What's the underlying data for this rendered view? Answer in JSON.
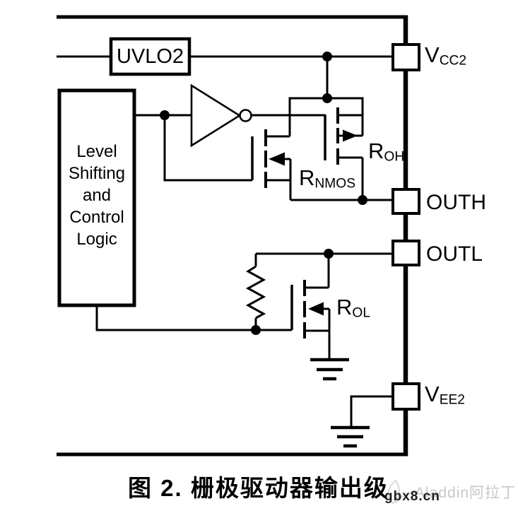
{
  "blocks": {
    "uvlo": "UVLO2",
    "level": "Level\nShifting\nand\nControl\nLogic"
  },
  "pins": {
    "vcc2": {
      "base": "V",
      "sub": "CC2"
    },
    "outh": {
      "base": "OUTH",
      "sub": ""
    },
    "outl": {
      "base": "OUTL",
      "sub": ""
    },
    "vee2": {
      "base": "V",
      "sub": "EE2"
    }
  },
  "resistors": {
    "roh": {
      "base": "R",
      "sub": "OH"
    },
    "rnmos": {
      "base": "R",
      "sub": "NMOS"
    },
    "rol": {
      "base": "R",
      "sub": "OL"
    }
  },
  "caption": "图 2. 栅极驱动器输出级",
  "watermark": {
    "site": "gbx8.cn",
    "brand": "Aladdin阿拉丁"
  },
  "colors": {
    "line": "#000000",
    "background": "#ffffff",
    "watermark_site": "#1c1c1c",
    "watermark_brand": "#c8c8c8"
  }
}
